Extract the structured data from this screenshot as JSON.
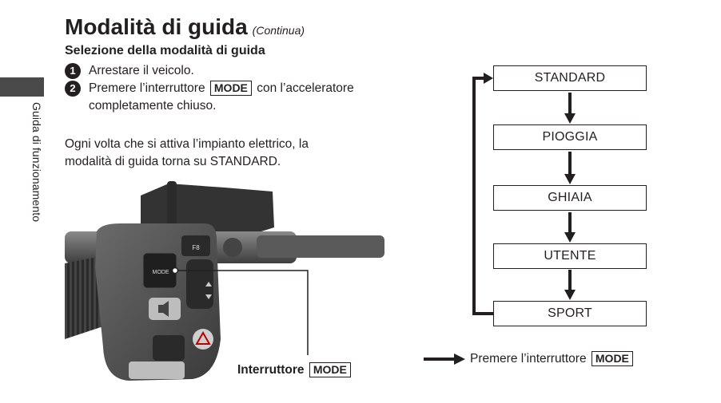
{
  "side_label": "Guida di funzionamento",
  "title": "Modalità di guida",
  "title_note": "(Continua)",
  "subtitle": "Selezione della modalità di guida",
  "steps": [
    {
      "num": "1",
      "before": "Arrestare il veicolo.",
      "key": "",
      "after": ""
    },
    {
      "num": "2",
      "before": "Premere l’interruttore",
      "key": "MODE",
      "after": "con l’acceleratore completamente chiuso."
    }
  ],
  "paragraph": "Ogni volta che si attiva l’impianto elettrico, la modalità di guida torna su STANDARD.",
  "photo": {
    "button_fn": "F8",
    "button_mode": "MODE"
  },
  "switch_label": "Interruttore",
  "switch_key": "MODE",
  "modes": [
    "STANDARD",
    "PIOGGIA",
    "GHIAIA",
    "UTENTE",
    "SPORT"
  ],
  "legend": {
    "text": "Premere l’interruttore",
    "key": "MODE"
  }
}
